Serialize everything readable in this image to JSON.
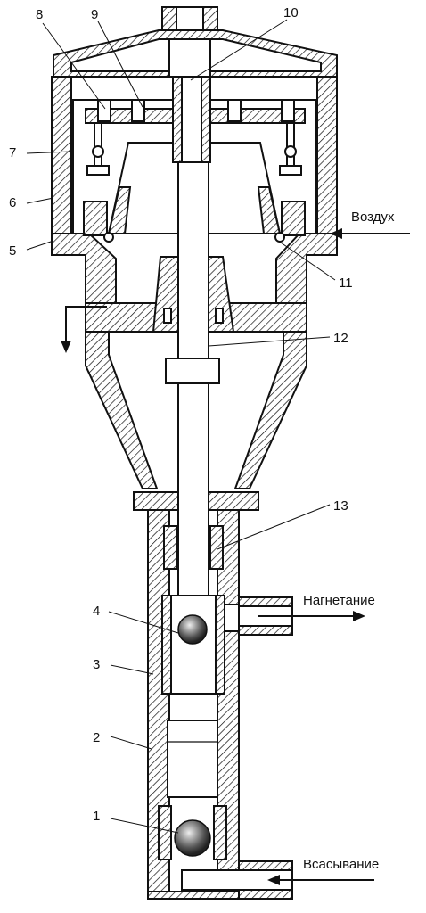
{
  "diagram": {
    "numbers": {
      "n1": "1",
      "n2": "2",
      "n3": "3",
      "n4": "4",
      "n5": "5",
      "n6": "6",
      "n7": "7",
      "n8": "8",
      "n9": "9",
      "n10": "10",
      "n11": "11",
      "n12": "12",
      "n13": "13"
    },
    "ports": {
      "air": "Воздух",
      "discharge": "Нагнетание",
      "suction": "Всасывание"
    }
  }
}
